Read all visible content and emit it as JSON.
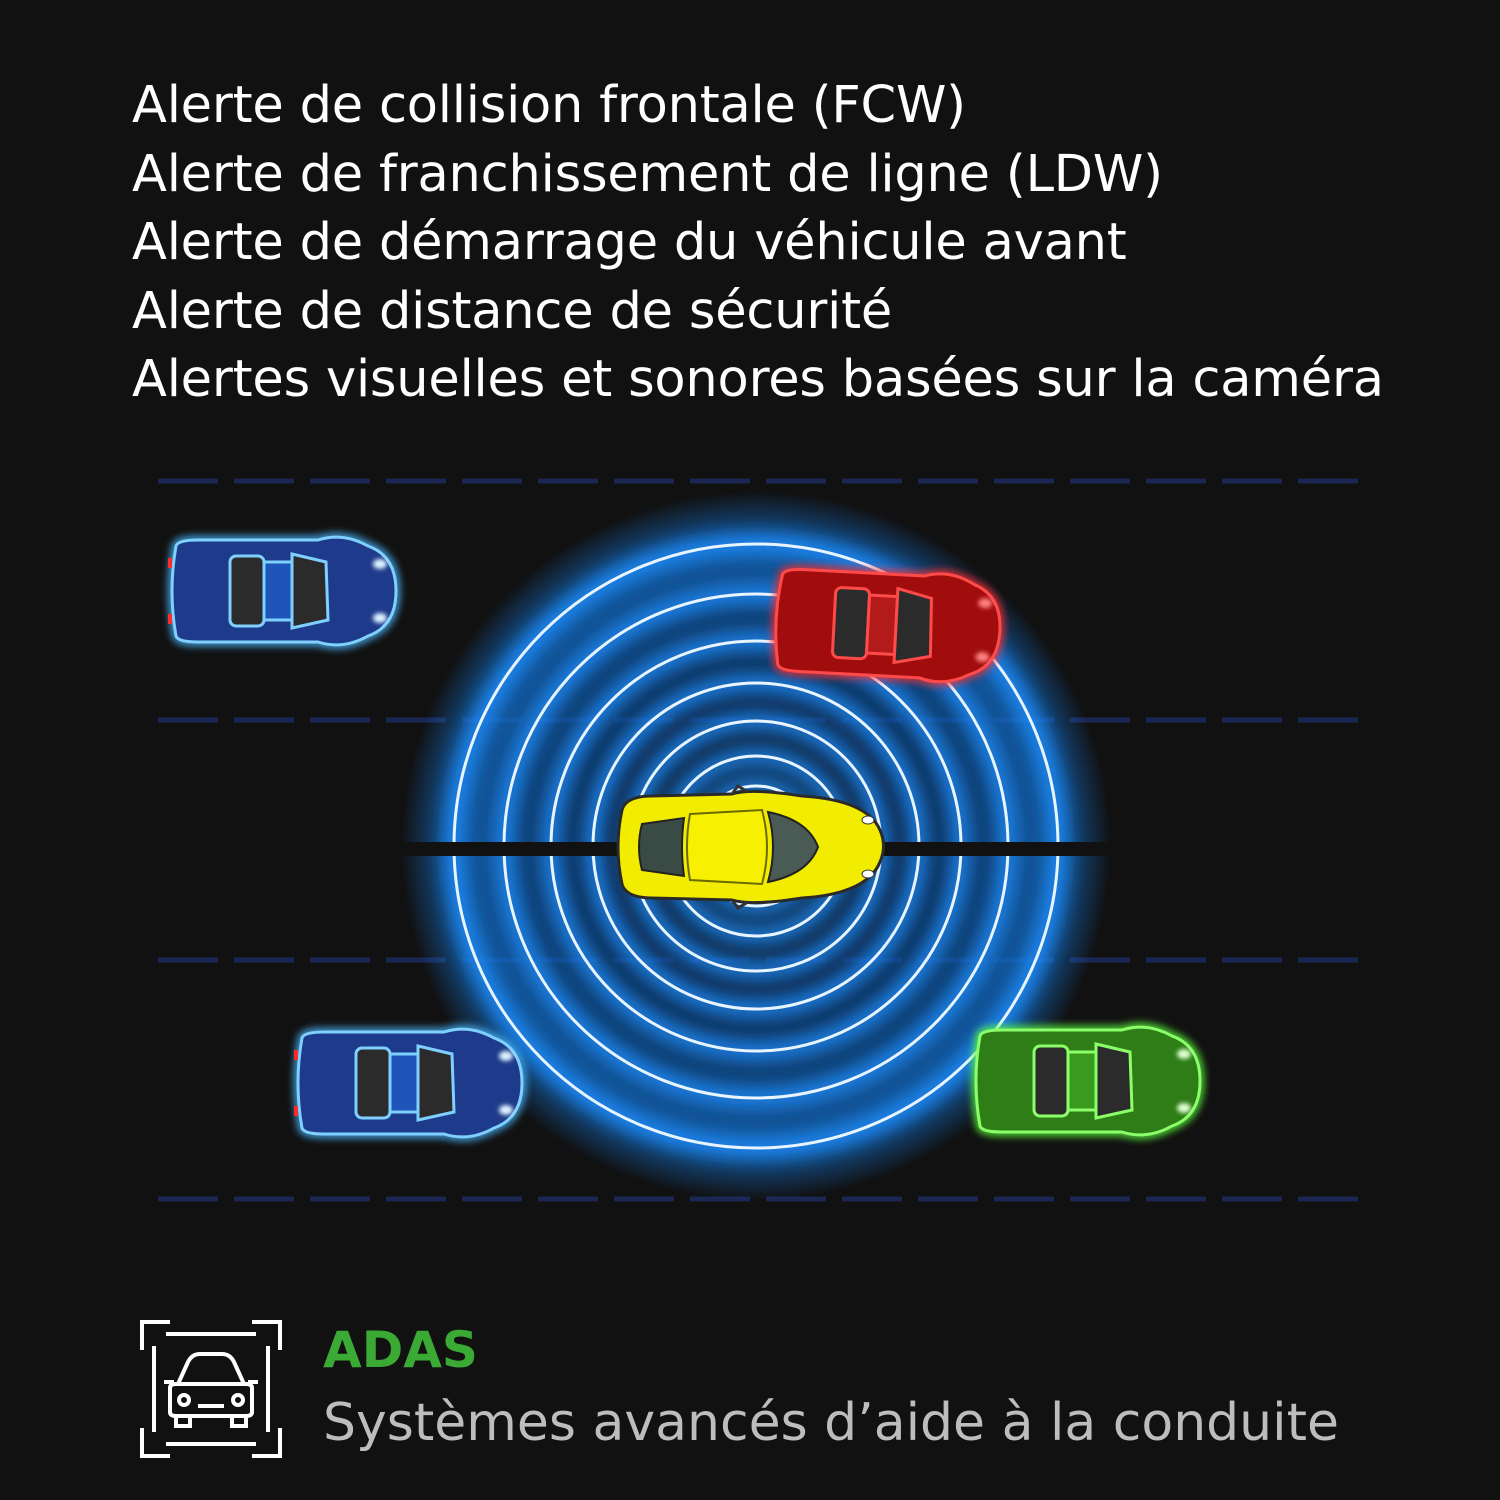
{
  "features": [
    "Alerte de collision frontale (FCW)",
    "Alerte de franchissement de ligne (LDW)",
    "Alerte de démarrage du véhicule avant",
    "Alerte de distance de sécurité",
    "Alertes visuelles et sonores basées sur la caméra"
  ],
  "brand": {
    "title": "ADAS",
    "subtitle": "Systèmes avancés d’aide à la conduite",
    "icon": "car-camera-frame-icon"
  },
  "colors": {
    "background": "#111111",
    "text": "#ffffff",
    "brand_green": "#3aaa35",
    "subtitle_gray": "#bdbdbd",
    "radar_blue": "#1f8fff",
    "lane_marking": "#1b2a5a",
    "ego_car": "#f2ec00",
    "car_blue": "#1e3a8a",
    "car_red": "#a10d0d",
    "car_green": "#2e7d16"
  },
  "scene": {
    "ego_vehicle": "yellow-car",
    "surrounding_vehicles": [
      "blue-car",
      "red-car",
      "blue-car",
      "green-car"
    ]
  }
}
